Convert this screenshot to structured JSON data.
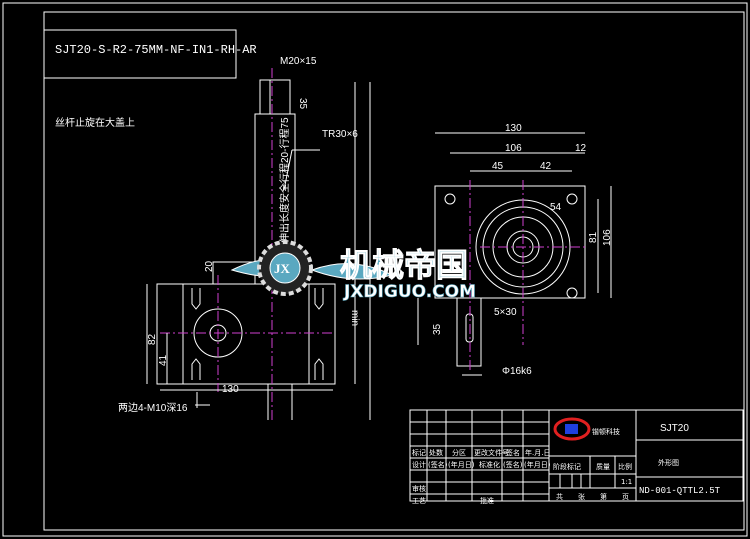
{
  "drawing": {
    "model_code": "SJT20-S-R2-75MM-NF-IN1-RH-AR",
    "note": "丝杆止旋在大盖上",
    "front_view": {
      "thread_end": "M20×15",
      "end_length": "35",
      "screw_thread": "TR30×6",
      "stroke_note": "丝杆伸出长度安全行程20-行程75",
      "min_label": "min",
      "dim_20": "20",
      "dim_82": "82",
      "dim_41": "41",
      "dim_130": "130",
      "holes_note": "两边4-M10深16"
    },
    "side_view": {
      "dim_130": "130",
      "dim_106": "106",
      "dim_12": "12",
      "dim_45": "45",
      "dim_42": "42",
      "dim_54": "54",
      "dim_81": "81",
      "dim_106_v": "106",
      "dim_35": "35",
      "key": "5×30",
      "shaft": "Φ16k6"
    }
  },
  "watermark": {
    "badge": "JX",
    "title": "机械帝国",
    "site": "JXDIGUO.COM"
  },
  "title_block": {
    "company": "锴顿科技",
    "product": "SJT20",
    "drawing_name": "外形图",
    "drawing_no": "ND-001-QTTL2.5T",
    "headers": [
      "标记",
      "处数",
      "分区",
      "更改文件号",
      "签名",
      "年.月.日"
    ],
    "row2": [
      "设计",
      "(签名)",
      "(年月日)",
      "标准化",
      "(签名)",
      "(年月日)"
    ],
    "review": "审核",
    "process": "工艺",
    "approve": "批准",
    "stage_label": "阶段标记",
    "weight_label": "质量",
    "scale_label": "比例",
    "scale_value": "1:1",
    "sheets": [
      "共",
      "张",
      "第",
      "页"
    ]
  },
  "colors": {
    "background": "#000000",
    "lines": "#ffffff",
    "centerlines": "#d040d0",
    "watermark": "#5aa8c0"
  }
}
